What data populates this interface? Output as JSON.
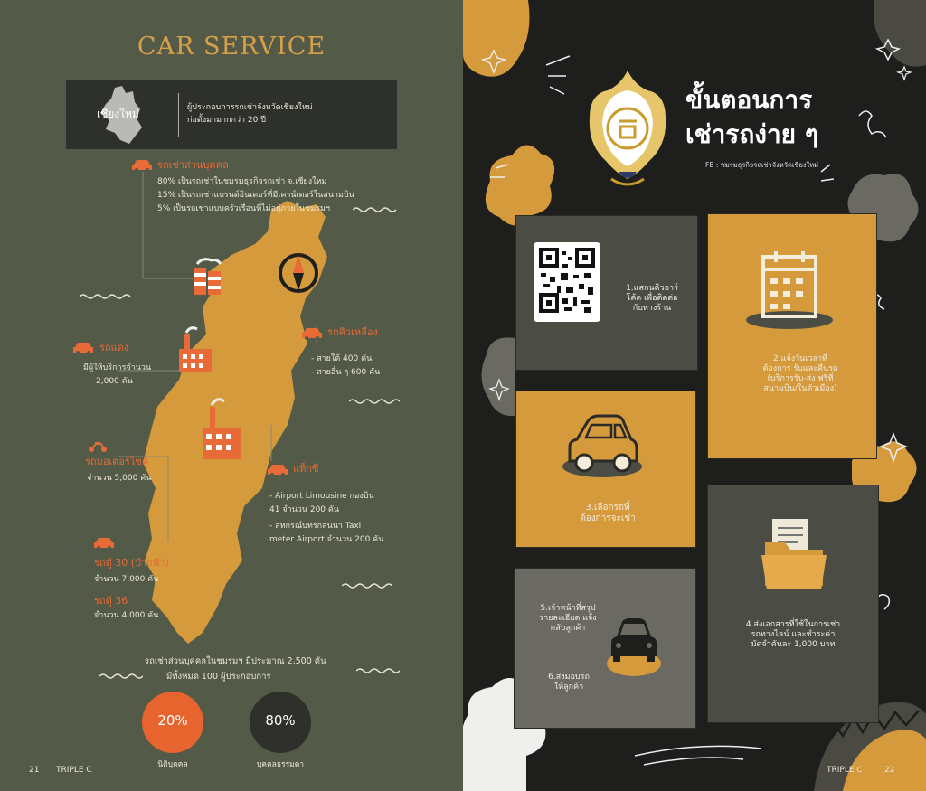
{
  "left": {
    "title": "CAR SERVICE",
    "banner": {
      "province": "เชียงใหม่",
      "desc_line1": "ผู้ประกอบการรถเช่าจังหวัดเชียงใหม่",
      "desc_line2": "ก่อตั้งมามากกว่า 20 ปี"
    },
    "private_car": {
      "heading": "รถเช่าส่วนบุคคล",
      "lines": [
        "80% เป็นรถเช่าในชมรมธุรกิจรถเช่า จ.เชียงใหม่",
        "15% เป็นรถเช่าแบรนด์อินเตอร์ที่มีเคาน์เตอร์ในสนามบิน",
        "5% เป็นรถเช่าแบบครัวเรือนที่ไม่อยู่ภายในชมรมฯ"
      ]
    },
    "yellow_car": {
      "heading": "รถคิวเหลือง",
      "lines": [
        "- สายใต้ 400 คัน",
        "- สายอื่น ๆ 600 คัน"
      ]
    },
    "red_car": {
      "heading": "รถแดง",
      "lines": [
        "มีผู้ให้บริการจำนวน",
        "2,000 คัน"
      ]
    },
    "motorbike": {
      "heading": "รถมอเตอร์ไซค์",
      "lines": [
        "จำนวน 5,000 คัน"
      ]
    },
    "taxi": {
      "heading": "แท็กซี่",
      "lines": [
        "- Airport Limousine กองบิน",
        "41 จำนวน 200 คัน",
        "- สหกรณ์บทรกสนนา Taxi",
        "meter Airport จำนวน 200 คัน"
      ]
    },
    "van30": {
      "heading": "รถตู้ 30 (ป้ายฟ้า)",
      "lines": [
        "จำนวน 7,000 คัน"
      ]
    },
    "van36": {
      "heading": "รถตู้ 36",
      "lines": [
        "จำนวน 4,000 คัน"
      ]
    },
    "summary_line1": "รถเช่าส่วนบุคคลในชมรมฯ  มีประมาณ 2,500 คัน",
    "summary_line2": "มีทั้งหมด 100 ผู้ประกอบการ",
    "stat1": {
      "value": "20%",
      "label": "นิติบุคคล",
      "color": "#e8642e"
    },
    "stat2": {
      "value": "80%",
      "label": "บุคคลธรรมดา",
      "color": "#2f302b"
    },
    "footer_page": "21",
    "footer_brand": "TRIPLE C"
  },
  "right": {
    "title_line1": "ขั้นตอนการ",
    "title_line2": "เช่ารถง่าย ๆ",
    "fb": "FB : ชมรมธุรกิจรถเช่าจังหวัดเชียงใหม่",
    "steps": {
      "s1": [
        "1.แสกนคิวอาร์",
        "โค้ด เพื่อติดต่อ",
        "กับทางร้าน"
      ],
      "s2": [
        "2.แจ้งวันเวลาที่",
        "ต้องการ รับและคืนรถ",
        "(บริการรับ-ส่ง ฟรีที่",
        "สนามบิน/ในตัวเมือง)"
      ],
      "s3": [
        "3.เลือกรถที่",
        "ต้องการจะเช่า"
      ],
      "s4": [
        "4.ส่งเอกสารที่ใช้ในการเช่า",
        "รถทางไลน์ และชำระค่า",
        "มัดจำคันละ 1,000 บาท"
      ],
      "s5": [
        "5.เจ้าหน้าที่สรุป",
        "รายละเอียด แจ้ง",
        "กลับลูกค้า"
      ],
      "s6": [
        "6.ส่งมอบรถ",
        "ให้ลูกค้า"
      ]
    },
    "footer_brand": "TRIPLE C",
    "footer_page": "22"
  },
  "colors": {
    "olive": "#535a47",
    "dark": "#1e1f1d",
    "gold": "#d49a3c",
    "orange": "#e86a36",
    "card_gray": "#4b4d45"
  }
}
